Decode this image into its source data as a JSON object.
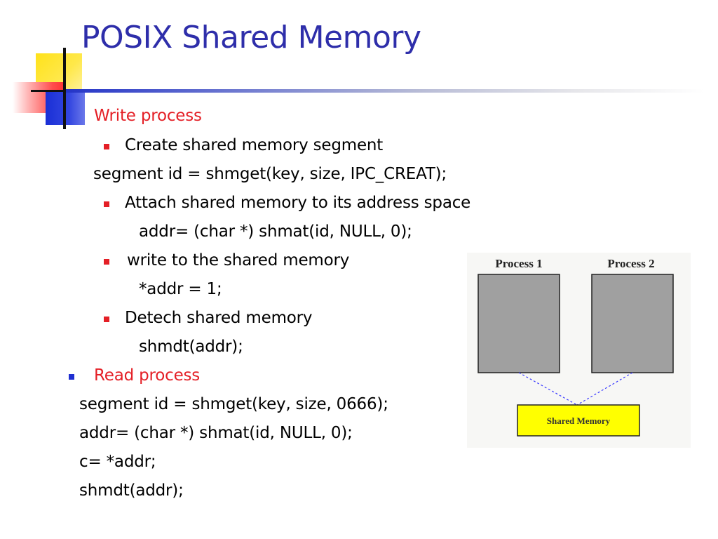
{
  "slide": {
    "title": "POSIX Shared Memory",
    "write_process": {
      "heading": "Write process",
      "steps": [
        {
          "bullet": "Create shared memory segment",
          "code": "segment id = shmget(key, size, IPC_CREAT);"
        },
        {
          "bullet": "Attach shared memory to its address space",
          "code": "addr= (char *) shmat(id, NULL, 0);"
        },
        {
          "bullet": " write to the shared memory",
          "code": "*addr = 1;"
        },
        {
          "bullet": "Detech shared memory",
          "code": "shmdt(addr);"
        }
      ]
    },
    "read_process": {
      "heading": "Read process",
      "code": [
        "segment id = shmget(key, size, 0666);",
        "addr= (char *) shmat(id, NULL, 0);",
        "c= *addr;",
        "shmdt(addr);"
      ]
    },
    "diagram": {
      "process_1_label": "Process 1",
      "process_2_label": "Process 2",
      "shared_memory_label": "Shared Memory",
      "colors": {
        "process_box": "#a0a0a0",
        "shared_box": "#ffff00",
        "connector": "#3a3aff"
      }
    },
    "colors": {
      "title": "#2e2eaa",
      "section_heading": "#e41f26",
      "sub_bullet": "#e41f26",
      "main_bullet": "#1f2fd1"
    }
  }
}
